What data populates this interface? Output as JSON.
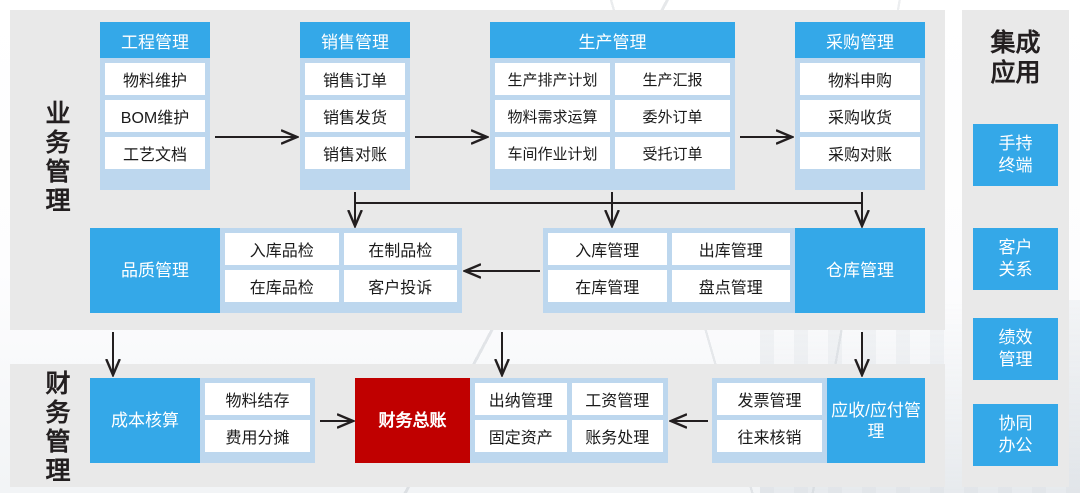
{
  "diagram": {
    "sections": [
      {
        "id": "business",
        "label": "业务管理"
      },
      {
        "id": "finance",
        "label": "财务管理"
      }
    ],
    "colors": {
      "accent_blue": "#34a8e8",
      "container_blue": "#bdd7ee",
      "panel_gray": "#e9e9e9",
      "accent_red": "#c00000",
      "cell_white": "#ffffff",
      "text_dark": "#231f20"
    },
    "modules": [
      {
        "id": "engineering",
        "title": "工程管理",
        "rows": [
          [
            "物料维护"
          ],
          [
            "BOM维护"
          ],
          [
            "工艺文档"
          ]
        ]
      },
      {
        "id": "sales",
        "title": "销售管理",
        "rows": [
          [
            "销售订单"
          ],
          [
            "销售发货"
          ],
          [
            "销售对账"
          ]
        ]
      },
      {
        "id": "production",
        "title": "生产管理",
        "rows": [
          [
            "生产排产计划",
            "生产汇报"
          ],
          [
            "物料需求运算",
            "委外订单"
          ],
          [
            "车间作业计划",
            "受托订单"
          ]
        ]
      },
      {
        "id": "purchasing",
        "title": "采购管理",
        "rows": [
          [
            "物料申购"
          ],
          [
            "采购收货"
          ],
          [
            "采购对账"
          ]
        ]
      }
    ],
    "side_modules": [
      {
        "id": "quality",
        "title": "品质管理",
        "side": "left",
        "color": "blue",
        "rows": [
          [
            "入库品检",
            "在制品检"
          ],
          [
            "在库品检",
            "客户投诉"
          ]
        ]
      },
      {
        "id": "warehouse",
        "title": "仓库管理",
        "side": "right",
        "color": "blue",
        "rows": [
          [
            "入库管理",
            "出库管理"
          ],
          [
            "在库管理",
            "盘点管理"
          ]
        ]
      },
      {
        "id": "cost-accounting",
        "title": "成本核算",
        "side": "left",
        "color": "blue",
        "rows": [
          [
            "物料结存"
          ],
          [
            "费用分摊"
          ]
        ]
      },
      {
        "id": "general-ledger",
        "title": "财务总账",
        "side": "left",
        "color": "red",
        "rows": [
          [
            "出纳管理",
            "工资管理"
          ],
          [
            "固定资产",
            "账务处理"
          ]
        ]
      },
      {
        "id": "receivable-payable",
        "title": "应收/应付管理",
        "side": "right",
        "color": "blue",
        "rows": [
          [
            "发票管理"
          ],
          [
            "往来核销"
          ]
        ]
      }
    ],
    "integration": {
      "title": "集成\n应用",
      "title_line1": "集成",
      "title_line2": "应用",
      "items": [
        {
          "id": "handheld",
          "line1": "手持",
          "line2": "终端"
        },
        {
          "id": "crm",
          "line1": "客户",
          "line2": "关系"
        },
        {
          "id": "kpi",
          "line1": "绩效",
          "line2": "管理"
        },
        {
          "id": "oa",
          "line1": "协同",
          "line2": "办公"
        }
      ]
    }
  }
}
